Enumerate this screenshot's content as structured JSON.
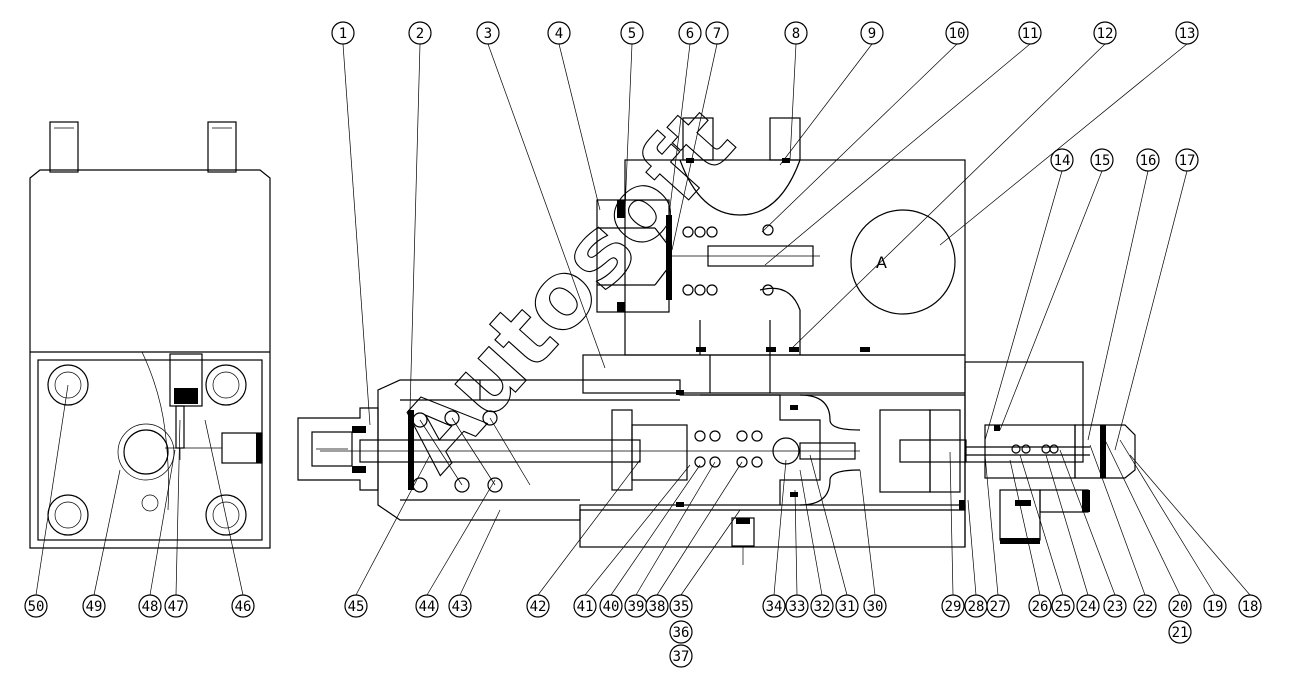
{
  "drawing": {
    "watermark": "Autosoft",
    "port_label": "A",
    "callouts_top": [
      "1",
      "2",
      "3",
      "4",
      "5",
      "6",
      "7",
      "8",
      "9",
      "10",
      "11",
      "12",
      "13"
    ],
    "callouts_right": [
      "14",
      "15",
      "16",
      "17"
    ],
    "callouts_bottom": [
      "50",
      "49",
      "48",
      "47",
      "46",
      "45",
      "44",
      "43",
      "42",
      "41",
      "40",
      "39",
      "38",
      "35",
      "34",
      "33",
      "32",
      "31",
      "30",
      "29",
      "28",
      "27",
      "26",
      "25",
      "24",
      "23",
      "22",
      "20",
      "19",
      "18"
    ],
    "callouts_extra": [
      "36",
      "37",
      "21"
    ]
  }
}
